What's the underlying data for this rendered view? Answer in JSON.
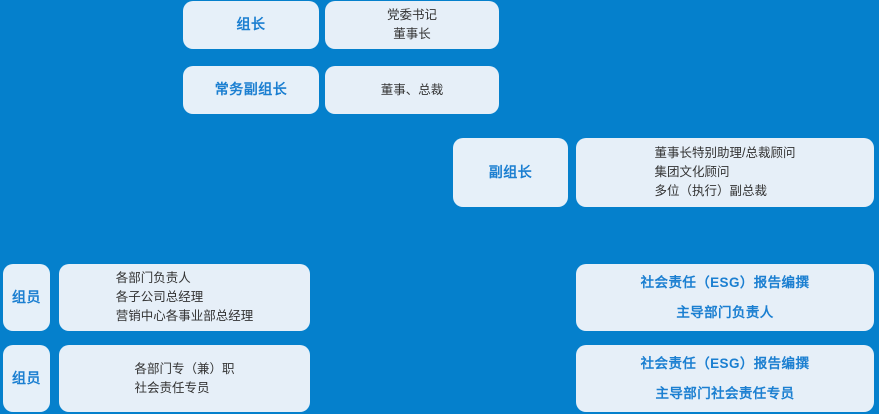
{
  "colors": {
    "background": "#0580cc",
    "card": "#e6eff8",
    "accent_text": "#1b7fd1",
    "body_text": "#333333"
  },
  "chart_data": {
    "type": "diagram",
    "title": "",
    "rows": [
      {
        "role": "组长",
        "details": [
          "党委书记",
          "董事长"
        ]
      },
      {
        "role": "常务副组长",
        "details": [
          "董事、总裁"
        ]
      },
      {
        "role": "副组长",
        "details": [
          "董事长特别助理/总裁顾问",
          "集团文化顾问",
          "多位（执行）副总裁"
        ]
      },
      {
        "role": "组员",
        "details": [
          "各部门负责人",
          "各子公司总经理",
          "营销中心各事业部总经理"
        ],
        "right": [
          "社会责任（ESG）报告编撰",
          "主导部门负责人"
        ]
      },
      {
        "role": "组员",
        "details": [
          "各部门专（兼）职",
          "社会责任专员"
        ],
        "right": [
          "社会责任（ESG）报告编撰",
          "主导部门社会责任专员"
        ]
      }
    ]
  },
  "cards": {
    "leader": {
      "label": "组长"
    },
    "leader_detail": {
      "line0": "党委书记",
      "line1": "董事长"
    },
    "exec_deputy": {
      "label": "常务副组长"
    },
    "exec_detail": {
      "line0": "董事、总裁"
    },
    "deputy": {
      "label": "副组长"
    },
    "deputy_detail": {
      "line0": "董事长特别助理/总裁顾问",
      "line1": "集团文化顾问",
      "line2": "多位（执行）副总裁"
    },
    "member1": {
      "label": "组员"
    },
    "member1_detail": {
      "line0": "各部门负责人",
      "line1": "各子公司总经理",
      "line2": "营销中心各事业部总经理"
    },
    "esg1": {
      "line0": "社会责任（ESG）报告编撰",
      "line1": "主导部门负责人"
    },
    "member2": {
      "label": "组员"
    },
    "member2_detail": {
      "line0": "各部门专（兼）职",
      "line1": "社会责任专员"
    },
    "esg2": {
      "line0": "社会责任（ESG）报告编撰",
      "line1": "主导部门社会责任专员"
    }
  }
}
